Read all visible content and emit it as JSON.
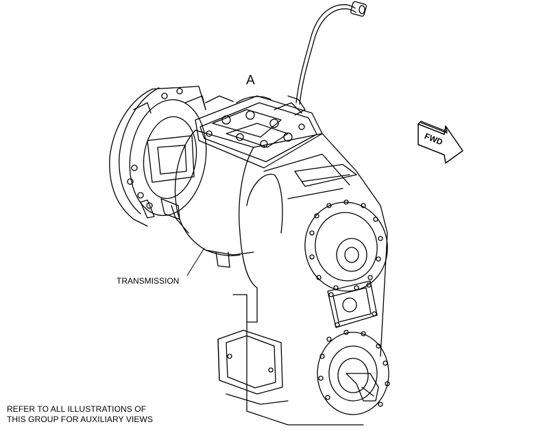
{
  "diagram": {
    "callout": "A",
    "direction_arrow": "FWD",
    "component_label": "TRANSMISSION",
    "note_lines": [
      "REFER TO ALL ILLUSTRATIONS OF",
      "THIS GROUP FOR AUXILIARY VIEWS"
    ]
  }
}
